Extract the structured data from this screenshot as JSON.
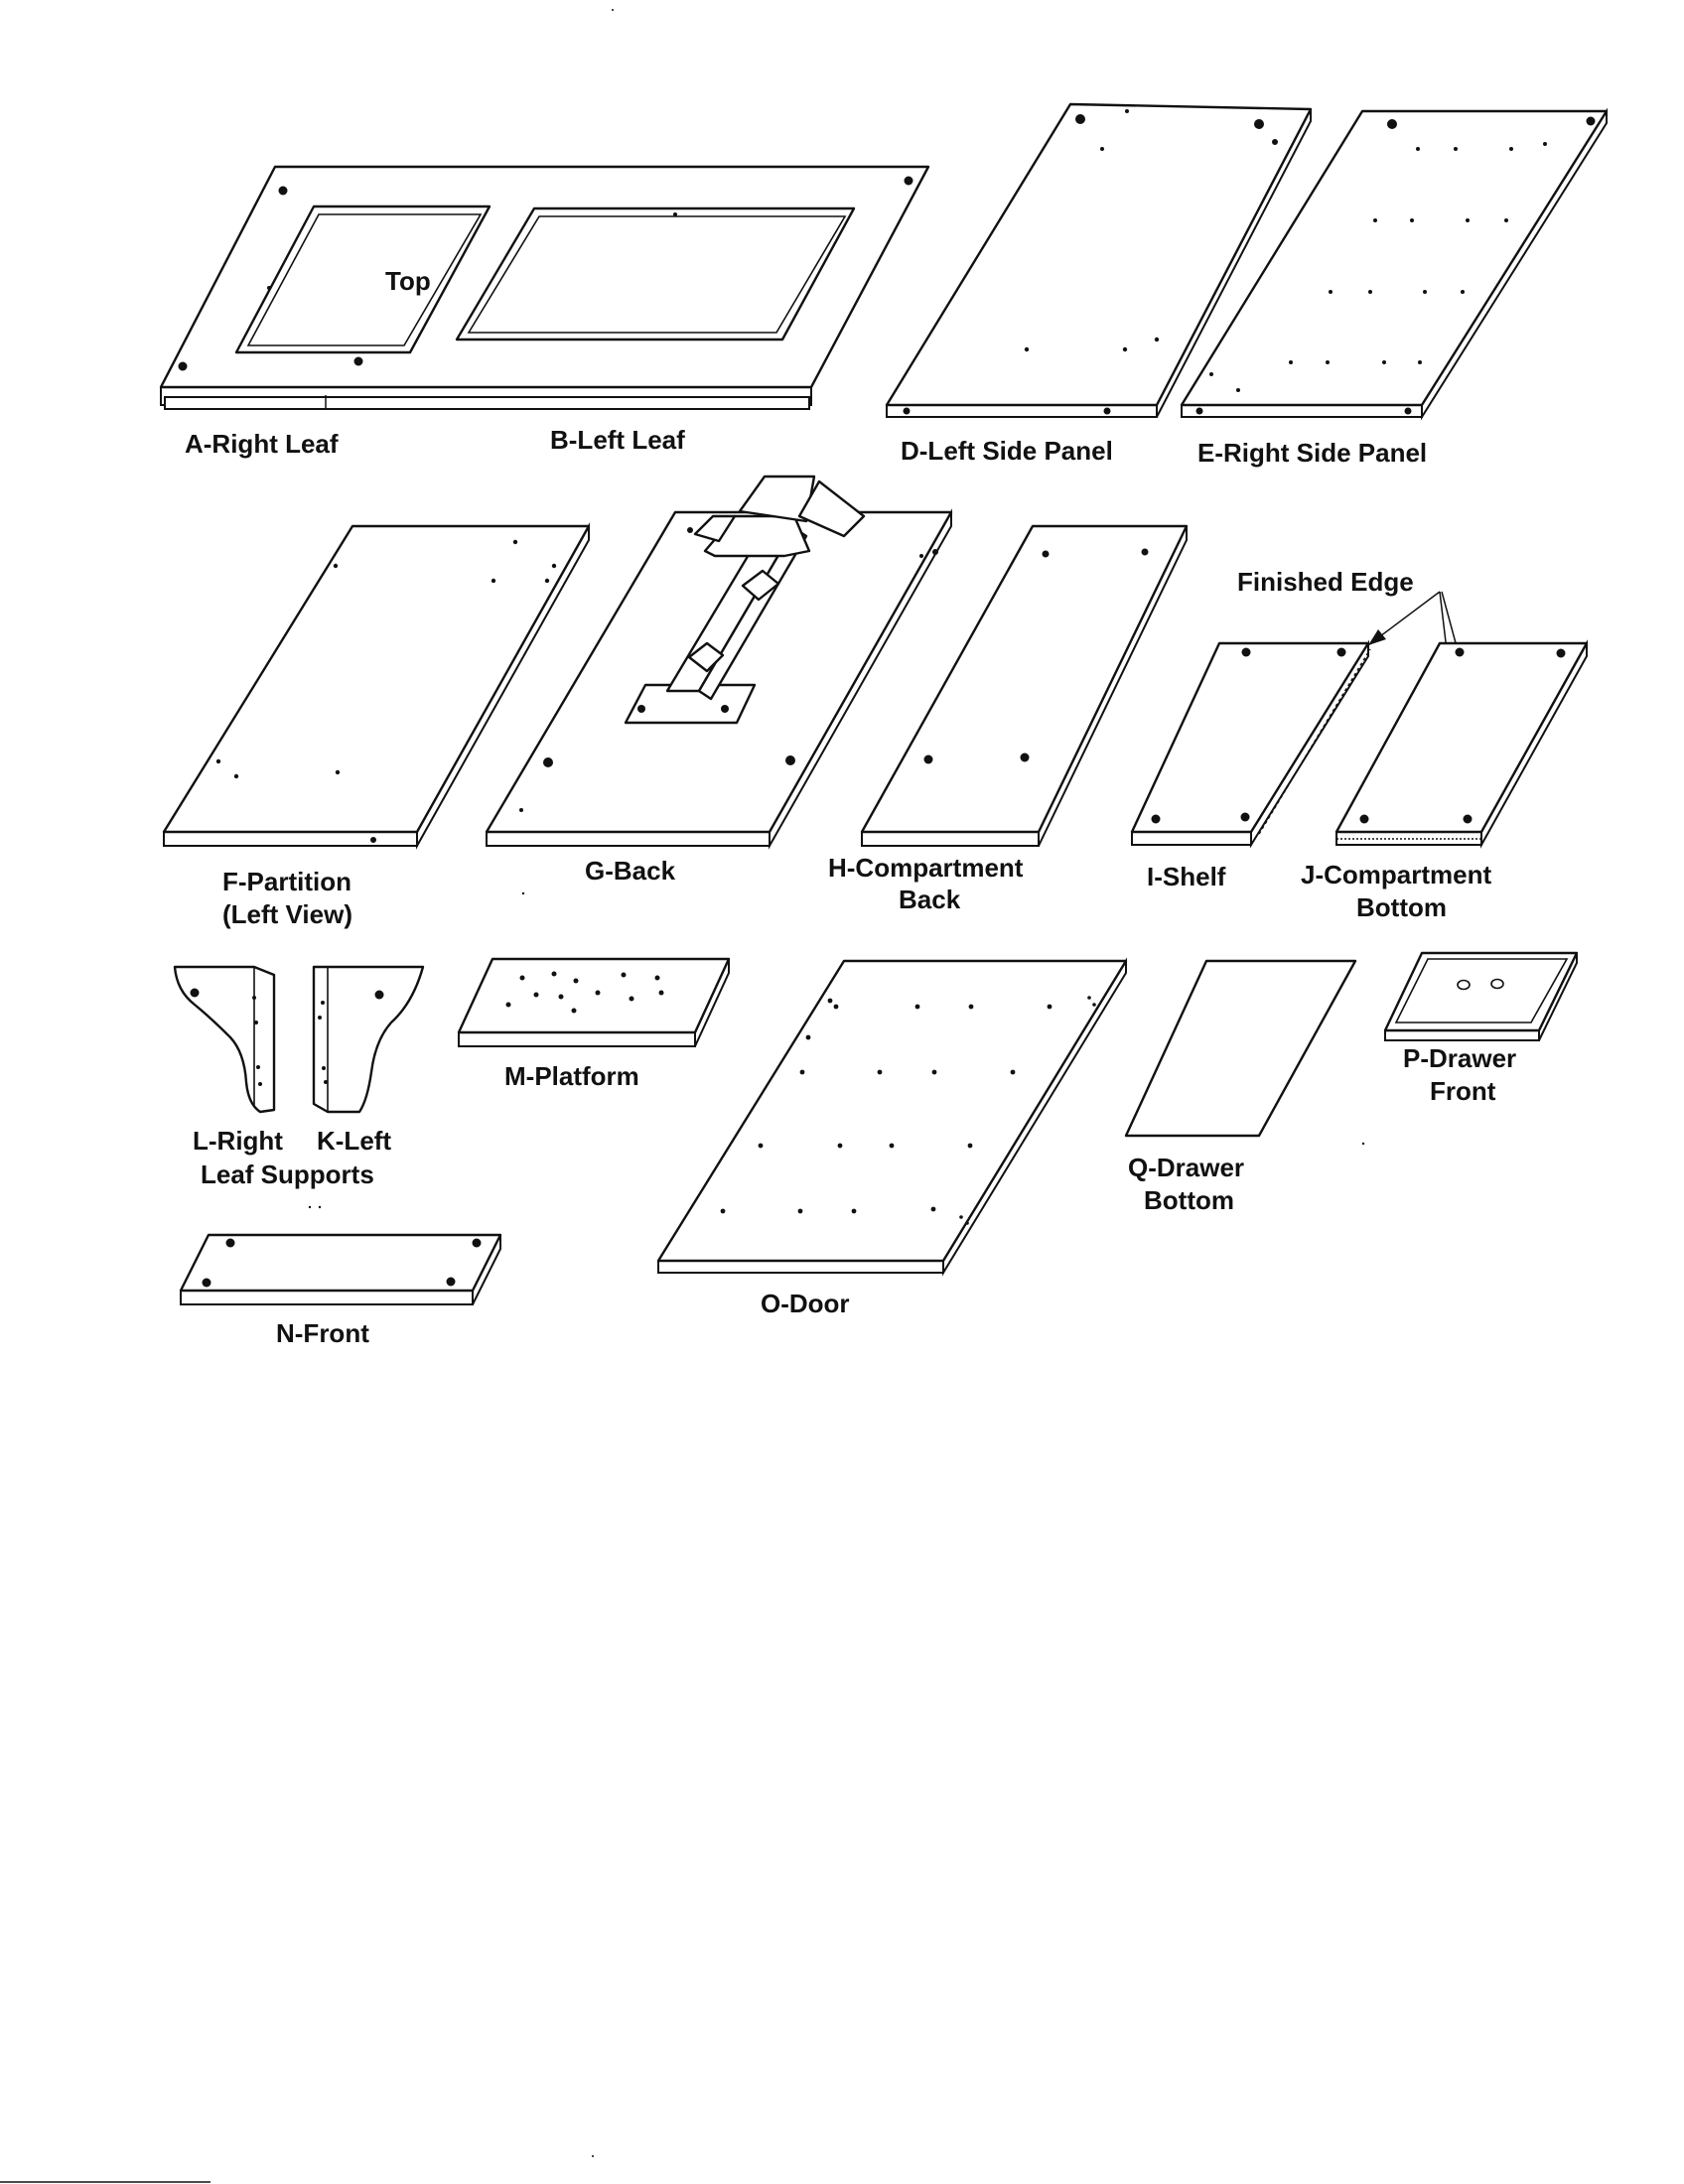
{
  "labels": {
    "top": "Top",
    "a": "A-Right Leaf",
    "b": "B-Left Leaf",
    "d": "D-Left Side Panel",
    "e": "E-Right Side Panel",
    "f1": "F-Partition",
    "f2": "(Left View)",
    "g": "G-Back",
    "h1": "H-Compartment",
    "h2": "Back",
    "finished_edge": "Finished Edge",
    "i": "I-Shelf",
    "j1": "J-Compartment",
    "j2": "Bottom",
    "lk1a": "L-Right",
    "lk1b": "K-Left",
    "lk2": "Leaf Supports",
    "m": "M-Platform",
    "o": "O-Door",
    "q1": "Q-Drawer",
    "q2": "Bottom",
    "p1": "P-Drawer",
    "p2": "Front",
    "n": "N-Front"
  }
}
